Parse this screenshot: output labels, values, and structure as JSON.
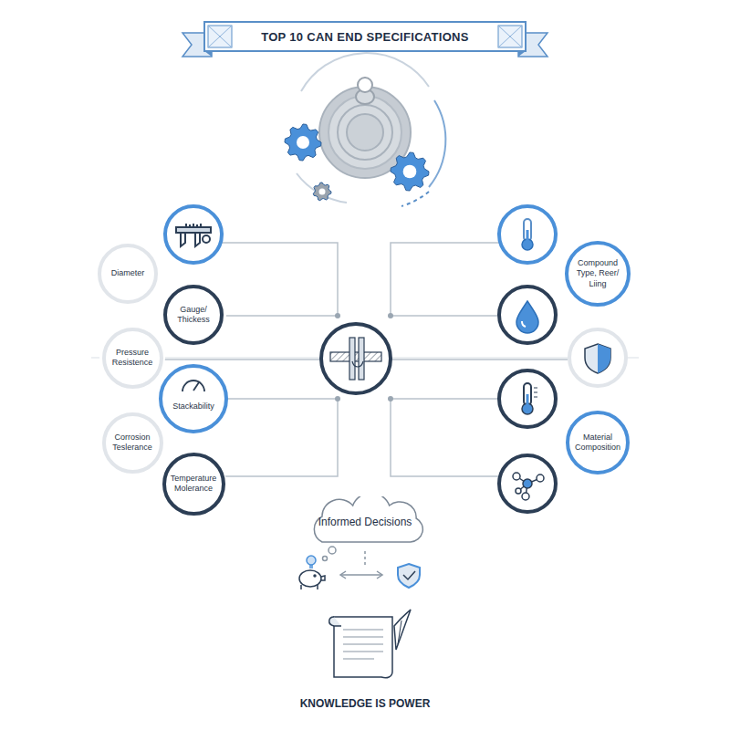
{
  "diagram": {
    "title": "TOP 10 CAN END SPECIFICATIONS",
    "caption": "KNOWLEDGE IS POWER",
    "nodes": [
      {
        "text": [
          "Diameter"
        ]
      },
      {
        "text": [
          "Gauge/ Thickess"
        ]
      },
      {
        "text": [
          "Pressure Resistence"
        ]
      },
      {
        "text": [
          "Stackability"
        ]
      },
      {
        "text": [
          "Corrosion Teslerance"
        ]
      },
      {
        "text": [
          "Temperature Molerance"
        ]
      },
      {
        "text": [
          "Compound Type, Reer/ Liing"
        ]
      },
      {
        "text": [
          "Material Composition"
        ]
      },
      {
        "text": [
          "Informed Decisions"
        ]
      }
    ]
  }
}
